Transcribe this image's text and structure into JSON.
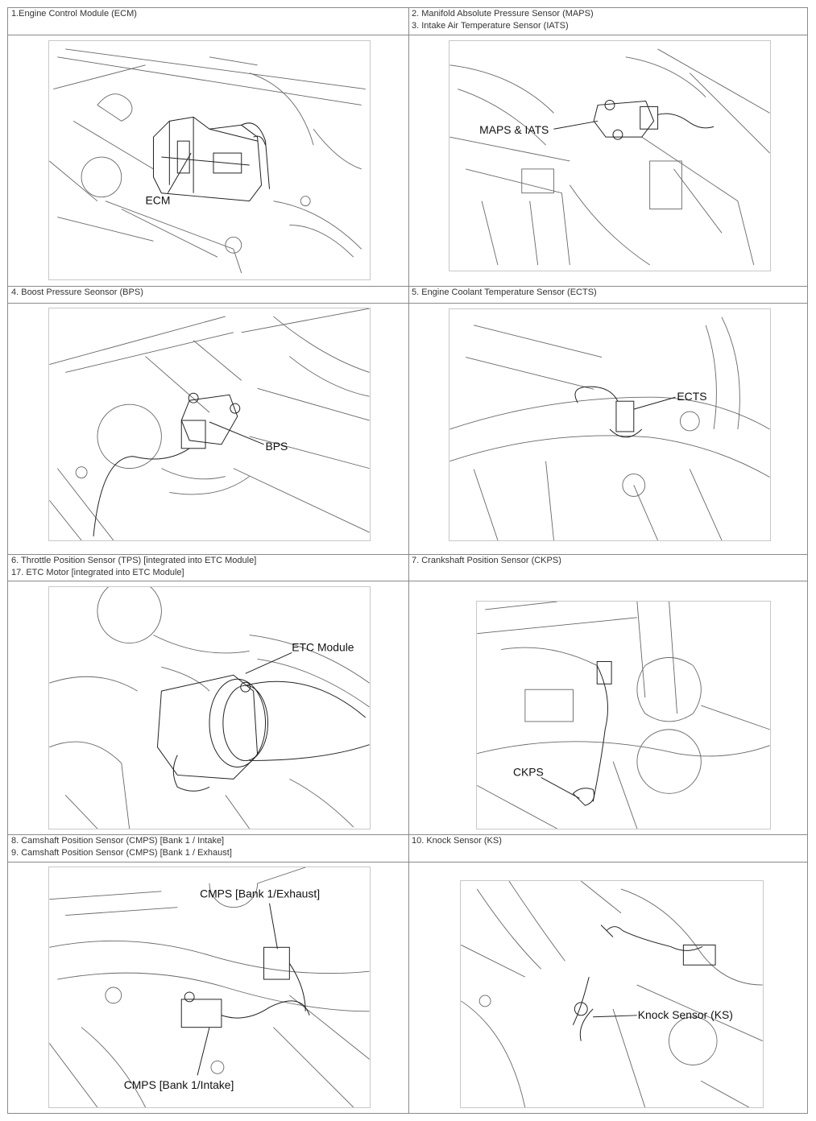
{
  "captions": {
    "ecm": [
      "1.Engine Control Module (ECM)"
    ],
    "maps": [
      "2. Manifold Absolute Pressure Sensor (MAPS)",
      "3. Intake Air Temperature Sensor (IATS)"
    ],
    "bps": [
      "4. Boost Pressure Seonsor (BPS)"
    ],
    "ects": [
      "5. Engine Coolant Temperature Sensor (ECTS)"
    ],
    "tps": [
      "6. Throttle Position Sensor (TPS) [integrated into ETC Module]",
      "17. ETC Motor [integrated into ETC Module]"
    ],
    "ckps": [
      "7. Crankshaft Position Sensor (CKPS)"
    ],
    "cmps": [
      "8. Camshaft Position Sensor (CMPS) [Bank 1 / Intake]",
      "9. Camshaft Position Sensor (CMPS) [Bank 1 / Exhaust]"
    ],
    "ks": [
      "10. Knock Sensor (KS)"
    ]
  },
  "labels": {
    "ecm": "ECM",
    "maps": "MAPS & IATS",
    "bps": "BPS",
    "ects": "ECTS",
    "etc": "ETC Module",
    "ckps": "CKPS",
    "cmps_exhaust": "CMPS [Bank 1/Exhaust]",
    "cmps_intake": "CMPS [Bank 1/Intake]",
    "ks": "Knock Sensor (KS)"
  }
}
